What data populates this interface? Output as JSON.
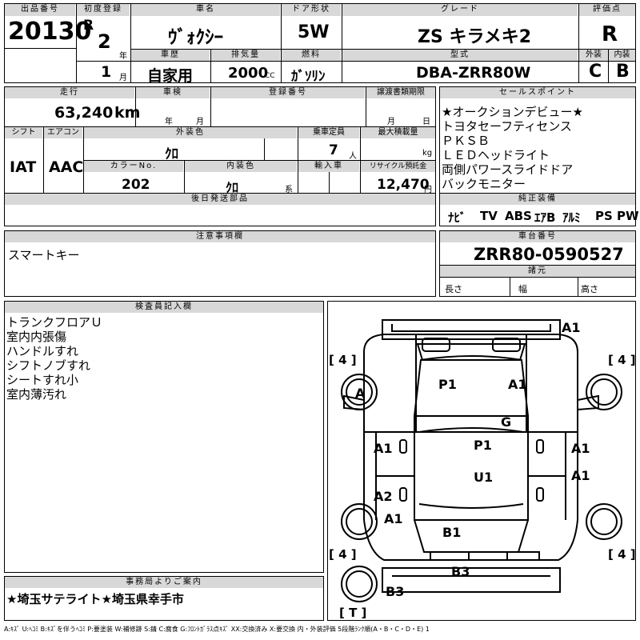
{
  "top": {
    "lot_no_label": "出品番号",
    "lot_no": "20130",
    "reg_label": "初度登録",
    "era": "R",
    "year": "2",
    "year_unit": "年",
    "month": "1",
    "month_unit": "月",
    "model_label": "車名",
    "model": "ｳﾞｫｸｼｰ",
    "door_label": "ドア形状",
    "door": "5W",
    "grade_label": "グレード",
    "grade": "ZS キラメキ2",
    "rating_label": "評価点",
    "rating": "R",
    "history_label": "車歴",
    "history": "自家用",
    "displacement_label": "排気量",
    "displacement": "2000",
    "cc": "CC",
    "fuel_label": "燃料",
    "fuel": "ｶﾞｿﾘﾝ",
    "type_label": "型式",
    "type": "DBA-ZRR80W",
    "ext_label": "外装",
    "ext": "C",
    "int_label": "内装",
    "int": "B"
  },
  "mid": {
    "mileage_label": "走行",
    "mileage": "63,240",
    "km": "km",
    "inspection_label": "車検",
    "insp_year": "年",
    "insp_month": "月",
    "regno_label": "登録番号",
    "transfer_label": "譲渡書類期限",
    "tr_month": "月",
    "tr_day": "日",
    "shift_label": "シフト",
    "shift": "IAT",
    "ac_label": "エアコン",
    "ac": "AAC",
    "color_label": "外装色",
    "color": "ｸﾛ",
    "capacity_label": "乗車定員",
    "capacity": "7",
    "capacity_unit": "人",
    "load_label": "最大積載量",
    "load_unit": "kg",
    "colorno_label": "カラーNo.",
    "colorno": "202",
    "intcolor_label": "内装色",
    "intcolor": "ｸﾛ",
    "intcolor_unit": "系",
    "import_label": "輸入車",
    "recycle_label": "リサイクル預託金",
    "recycle": "12,470",
    "recycle_unit": "円",
    "later_label": "後日発送部品"
  },
  "sales": {
    "label": "セールスポイント",
    "lines": [
      "★オークションデビュー★",
      "トヨタセーフティセンス",
      "ＰＫＳＢ",
      "ＬＥＤヘッドライト",
      "両側パワースライドドア",
      "バックモニター"
    ],
    "equip_label": "純正装備",
    "equip": [
      "ﾅﾋﾞ",
      "TV",
      "ABS",
      "ｴｱB",
      "ｱﾙﾐ",
      "PS",
      "PW"
    ]
  },
  "notes": {
    "label": "注意事項欄",
    "text": "スマートキー"
  },
  "chassis": {
    "label": "車台番号",
    "number": "ZRR80-0590527",
    "dim_label": "諸元",
    "len": "長さ",
    "wid": "幅",
    "hgt": "高さ"
  },
  "inspector": {
    "label": "検査員記入欄",
    "lines": [
      "トランクフロアＵ",
      "室内内張傷",
      "ハンドルすれ",
      "シフトノブすれ",
      "シートすれ小",
      "室内薄汚れ"
    ]
  },
  "office": {
    "label": "事務局よりご案内",
    "text": "★埼玉サテライト★埼玉県幸手市"
  },
  "legend": "A:ｷｽﾞ U:ﾍｺﾐ B:ｷｽﾞを伴うﾍｺﾐ P:要塗装 W:補修跡 S:錆 C:腐食 G:ﾌﾛﾝﾄｶﾞﾗｽ点ｷｽﾞ XX:交換済み X:要交換 内・外装評価 5段階ﾗﾝｸ順(A・B・C・D・E) 1",
  "diagram": {
    "marks": [
      "A1",
      "P1",
      "A1",
      "G",
      "A",
      "P1",
      "A1",
      "A1",
      "U1",
      "A1",
      "A2",
      "A1",
      "B1",
      "B3",
      "B3"
    ],
    "tires": [
      "[ 4 ]",
      "[ 4 ]",
      "[ 4 ]",
      "[ 4 ]",
      "[ T ]"
    ]
  }
}
